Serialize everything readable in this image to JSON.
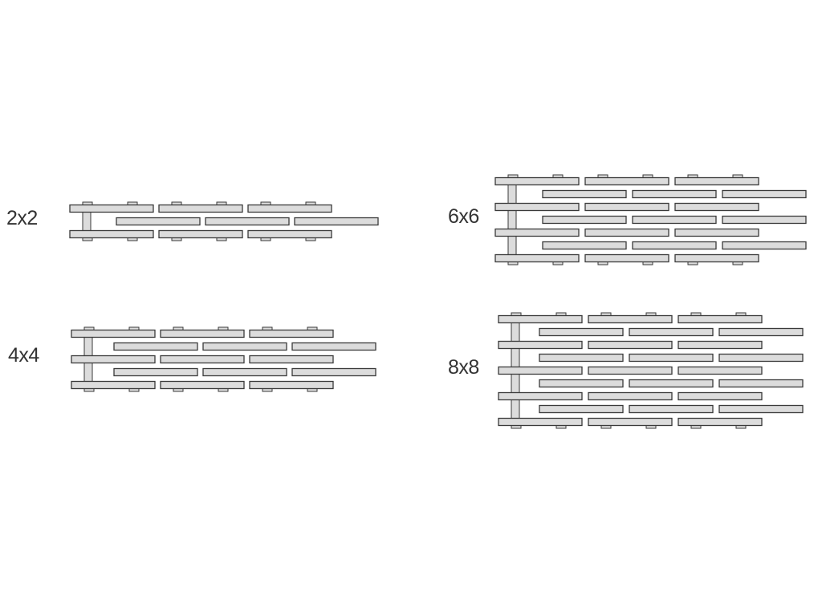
{
  "colors": {
    "background": "#ffffff",
    "plate_fill": "#dcdcdc",
    "plate_stroke": "#3a3a3a",
    "label_text": "#333333"
  },
  "patterns": [
    {
      "id": "2x2",
      "label": "2x2",
      "lines": 2
    },
    {
      "id": "4x4",
      "label": "4x4",
      "lines": 4
    },
    {
      "id": "6x6",
      "label": "6x6",
      "lines": 6
    },
    {
      "id": "8x8",
      "label": "8x8",
      "lines": 8
    }
  ]
}
